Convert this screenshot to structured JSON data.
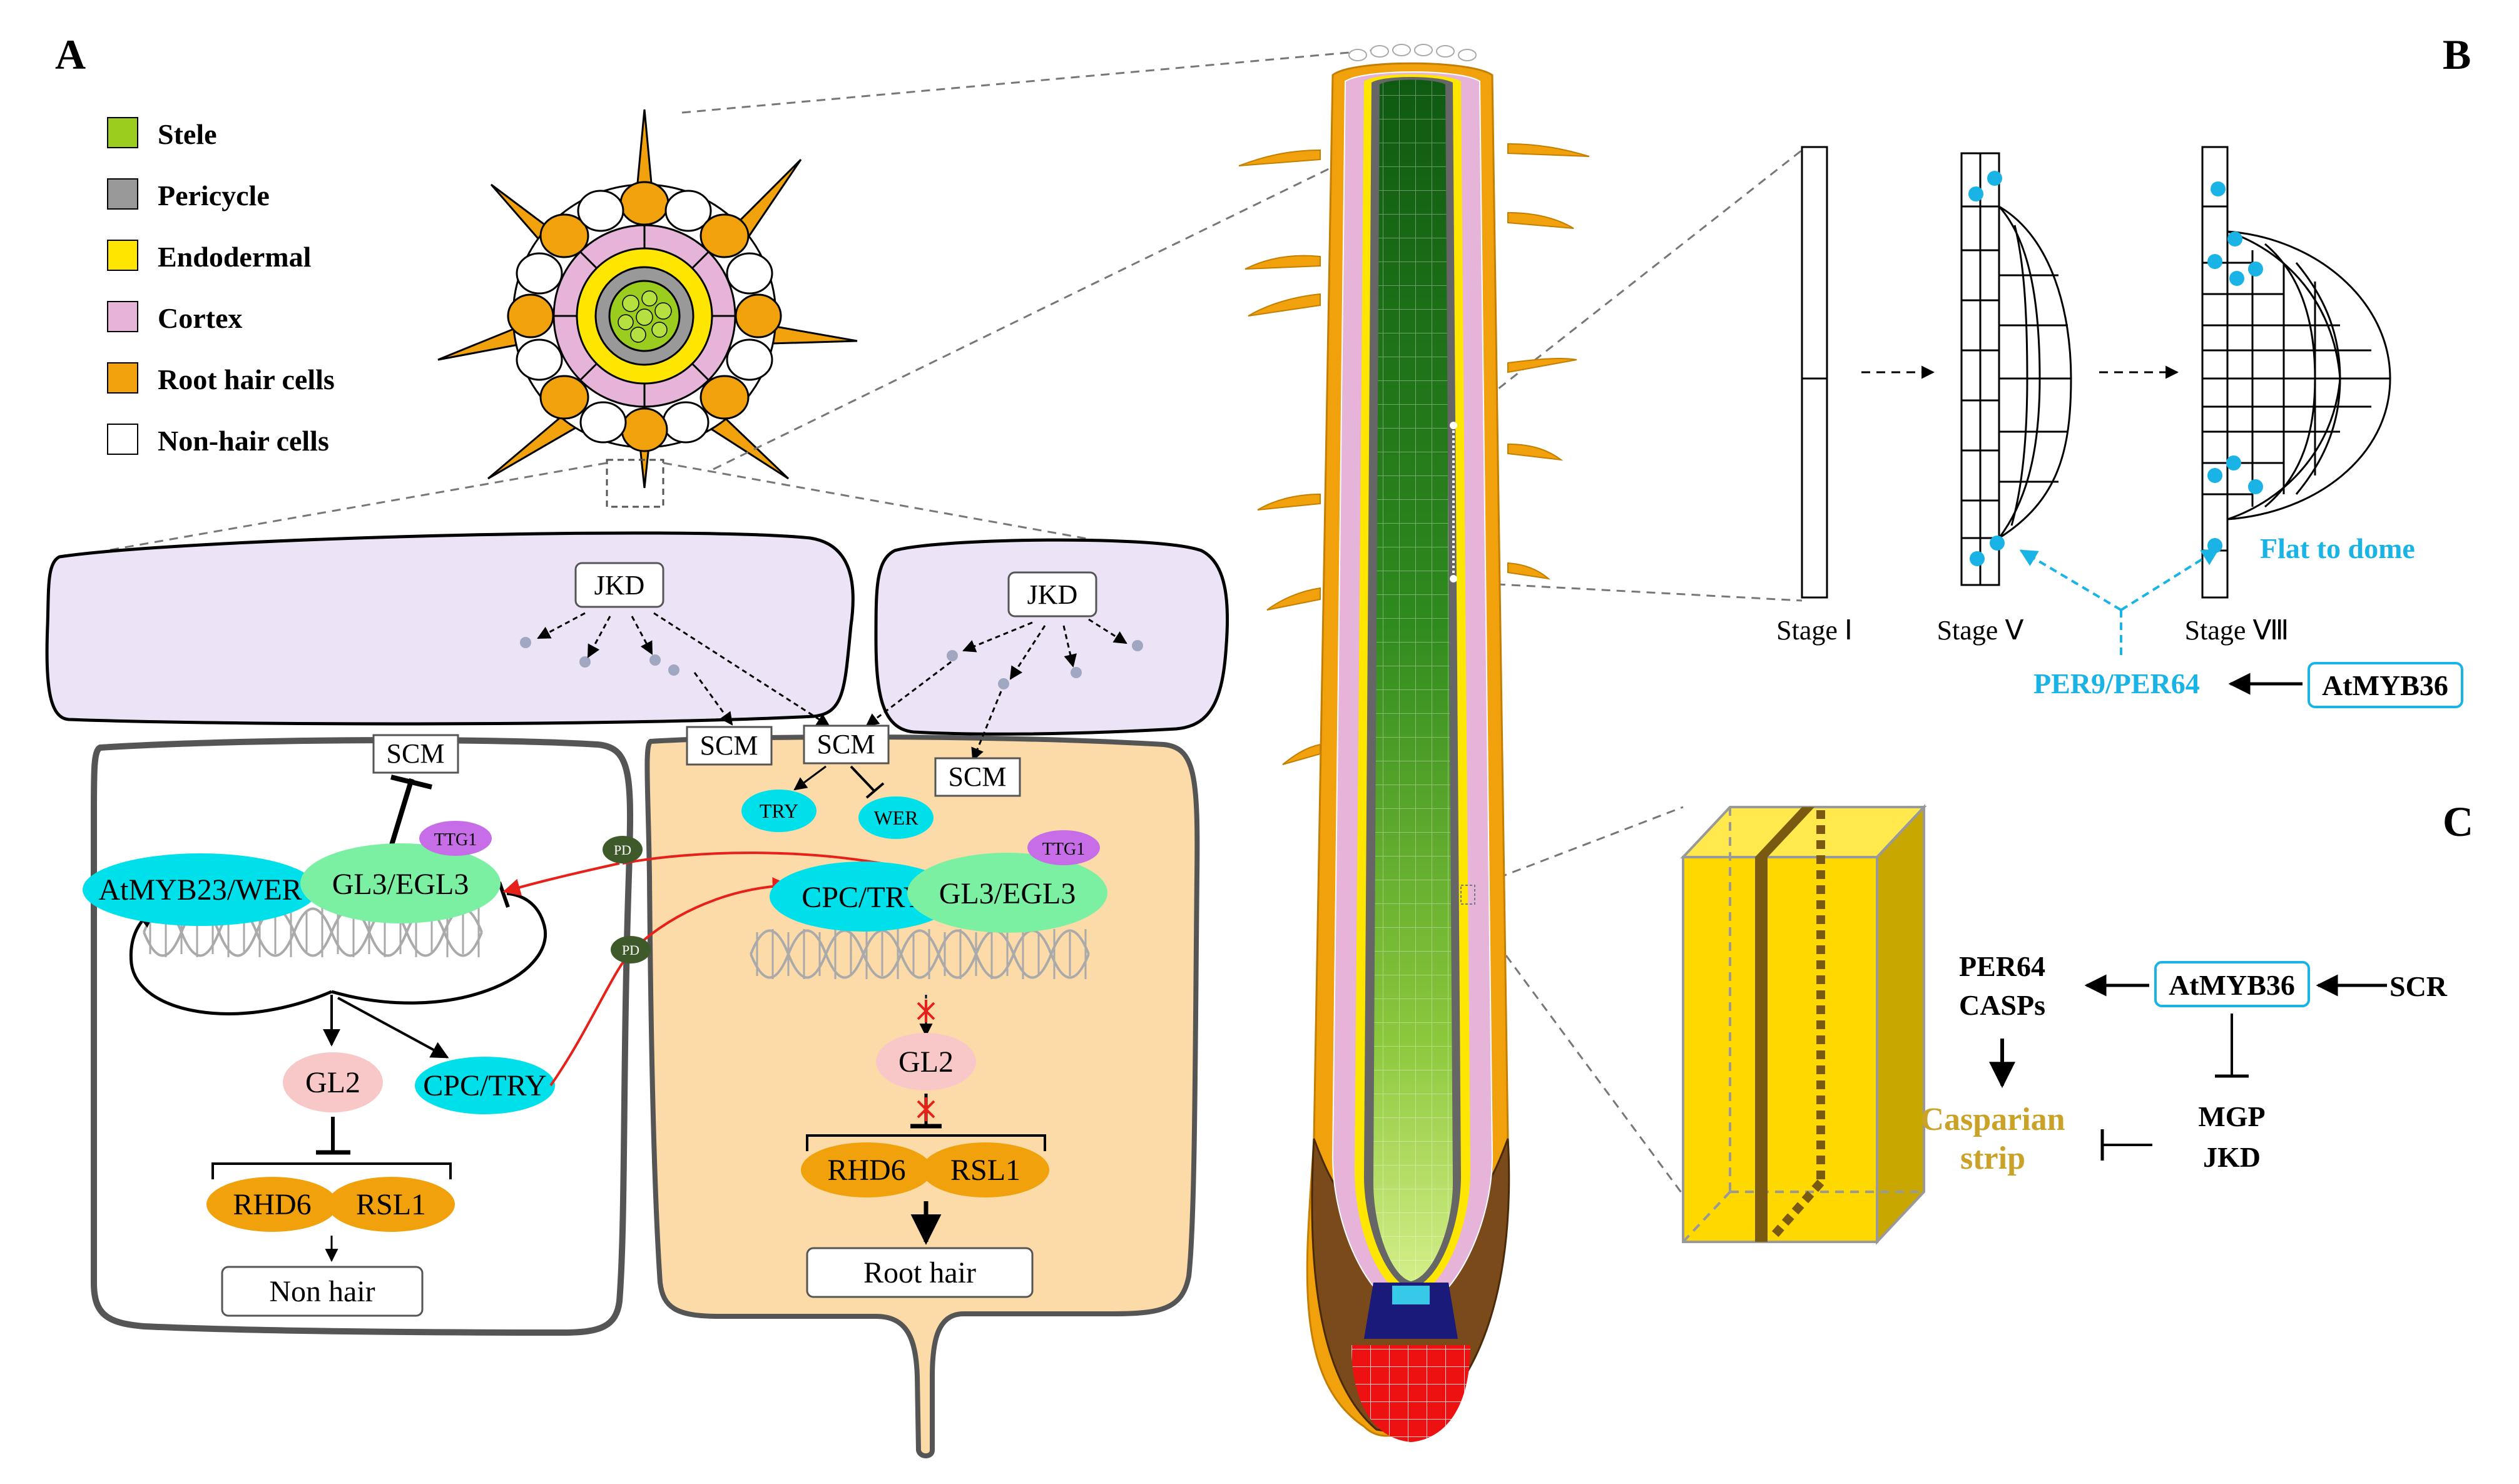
{
  "panels": {
    "a": "A",
    "b": "B",
    "c": "C"
  },
  "legend": [
    {
      "label": "Stele",
      "color": "#9acd1e"
    },
    {
      "label": "Pericycle",
      "color": "#999999"
    },
    {
      "label": "Endodermal",
      "color": "#ffe600"
    },
    {
      "label": "Cortex",
      "color": "#e6b3d9"
    },
    {
      "label": "Root hair cells",
      "color": "#f0a10c"
    },
    {
      "label": "Non-hair cells",
      "color": "#ffffff"
    }
  ],
  "panel_a": {
    "jkd_left": "JKD",
    "jkd_right": "JKD",
    "scm_left": "SCM",
    "scm_mid_1": "SCM",
    "scm_mid_2": "SCM",
    "scm_right": "SCM",
    "try_label": "TRY",
    "wer_label": "WER",
    "ttg1_left": "TTG1",
    "ttg1_right": "TTG1",
    "pd_1": "PD",
    "pd_2": "PD",
    "atmyb23_wer": "AtMYB23/WER",
    "gl3_egl3_left": "GL3/EGL3",
    "gl2_left": "GL2",
    "cpc_try_left": "CPC/TRY",
    "rhd6_left": "RHD6",
    "rsl1_left": "RSL1",
    "non_hair": "Non hair",
    "cpc_try_right": "CPC/TRY",
    "gl3_egl3_right": "GL3/EGL3",
    "gl2_right": "GL2",
    "rhd6_right": "RHD6",
    "rsl1_right": "RSL1",
    "root_hair": "Root hair",
    "colors": {
      "cortex_cell": "#ece3f7",
      "hair_cell": "#fcdba8",
      "oval_cyan": "#00e0eb",
      "oval_green": "#7cf0a2",
      "oval_pink": "#f8c8c8",
      "oval_orange": "#f0a10c",
      "oval_purple": "#c86de8",
      "pd_green": "#3e5a2a",
      "signal_red": "#e8201a"
    }
  },
  "panel_b": {
    "stage_1": "Stage Ⅰ",
    "stage_5": "Stage Ⅴ",
    "stage_8": "Stage Ⅷ",
    "flat_to_dome": "Flat to dome",
    "per9_per64": "PER9/PER64",
    "atmyb36": "AtMYB36",
    "accent_color": "#1ab3e6"
  },
  "panel_c": {
    "per64": "PER64",
    "casps": "CASPs",
    "atmyb36": "AtMYB36",
    "scr": "SCR",
    "casparian_1": "Casparian",
    "casparian_2": "strip",
    "mgp": "MGP",
    "jkd": "JKD",
    "accent_color": "#c9a227"
  },
  "root_colors": {
    "epidermis_hair": "#f0a10c",
    "cortex": "#e6b3d9",
    "endodermis": "#ffe600",
    "pericycle": "#666666",
    "stele_top": "#0f5a12",
    "stele_bottom": "#c8ea78",
    "root_cap": "#7a4a1a",
    "columella": "#ee1111",
    "qc": "#1a1a7a"
  }
}
